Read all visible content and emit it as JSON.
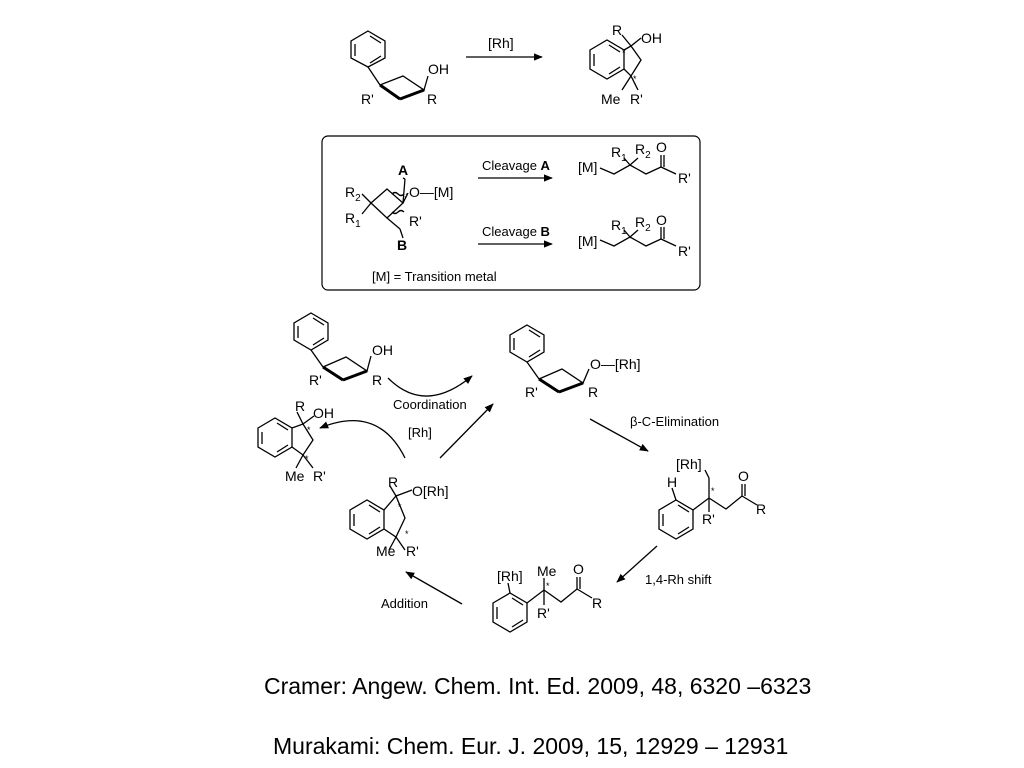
{
  "scheme_top": {
    "reagent": "[Rh]",
    "sm_labels": {
      "oh": "OH",
      "rprime": "R'",
      "r": "R"
    },
    "product_labels": {
      "r": "R",
      "oh": "OH",
      "me": "Me",
      "rprime": "R'",
      "star": "*"
    }
  },
  "box": {
    "bond_a": "A",
    "bond_b": "B",
    "om": "O—[M]",
    "r2": "R",
    "r2_sub": "2",
    "r1": "R",
    "r1_sub": "1",
    "rprime": "R'",
    "cleavage_a": "Cleavage ",
    "cleavage_a_bold": "A",
    "cleavage_b": "Cleavage ",
    "cleavage_b_bold": "B",
    "prod_m": "[M]",
    "prod_o": "O",
    "prod_rprime": "R'",
    "footnote": "[M] = Transition metal"
  },
  "cycle": {
    "coordination": "Coordination",
    "beta_elim": "β-C-Elimination",
    "rh_shift": "1,4-Rh shift",
    "addition": "Addition",
    "rh_cat": "[Rh]",
    "orh": "O—[Rh]",
    "orh_short": "O[Rh]",
    "rh": "[Rh]",
    "h": "H",
    "me": "Me",
    "r": "R",
    "rprime": "R'",
    "oh": "OH",
    "o": "O",
    "star": "*"
  },
  "references": {
    "ref1": "Cramer: Angew. Chem. Int. Ed. 2009, 48, 6320 –6323",
    "ref2": "Murakami: Chem. Eur. J. 2009, 15, 12929 – 12931"
  }
}
